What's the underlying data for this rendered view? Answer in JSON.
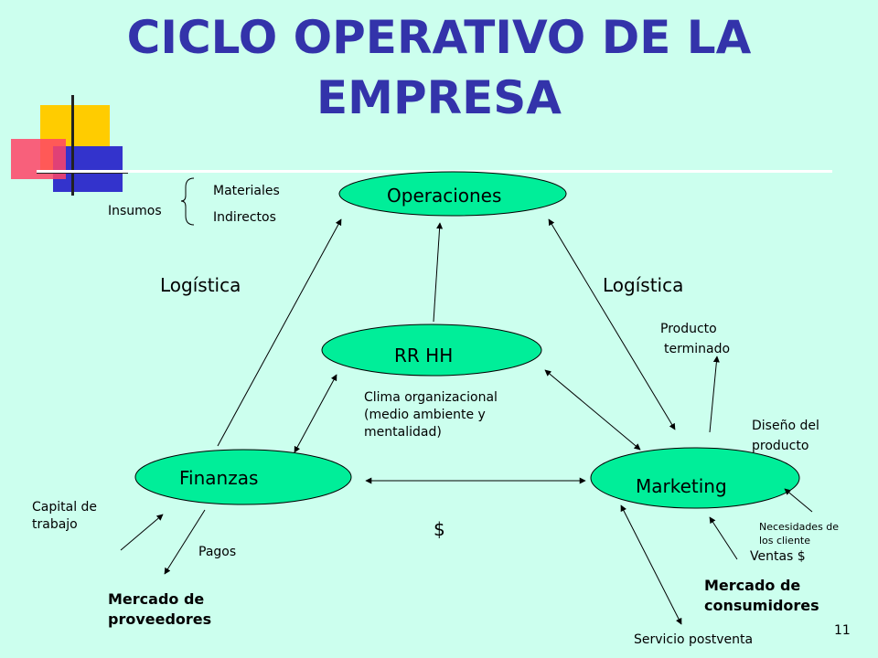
{
  "title": {
    "line1": "CICLO OPERATIVO DE LA",
    "line2": "EMPRESA"
  },
  "nodes": {
    "operaciones": "Operaciones",
    "rrhh": "RR HH",
    "finanzas": "Finanzas",
    "marketing": "Marketing"
  },
  "labels": {
    "insumos": "Insumos",
    "materiales": "Materiales",
    "indirectos": "Indirectos",
    "logistica_left": "Logística",
    "logistica_right": "Logística",
    "producto_terminado": [
      "Producto",
      "terminado"
    ],
    "clima": [
      "Clima organizacional",
      "(medio ambiente y",
      "mentalidad)"
    ],
    "diseno": [
      "Diseño del",
      "producto"
    ],
    "capital": [
      "Capital de",
      "trabajo"
    ],
    "dollar": "$",
    "pagos": "Pagos",
    "necesidades": [
      "Necesidades de",
      "los cliente"
    ],
    "ventas": "Ventas $",
    "mercado_proveedores": [
      "Mercado de",
      "proveedores"
    ],
    "mercado_consumidores": [
      "Mercado de",
      "consumidores"
    ],
    "servicio": "Servicio postventa"
  },
  "page_number": "11",
  "colors": {
    "title": "#3333aa",
    "node_fill": "#00ee99",
    "background": "#ccffee"
  }
}
